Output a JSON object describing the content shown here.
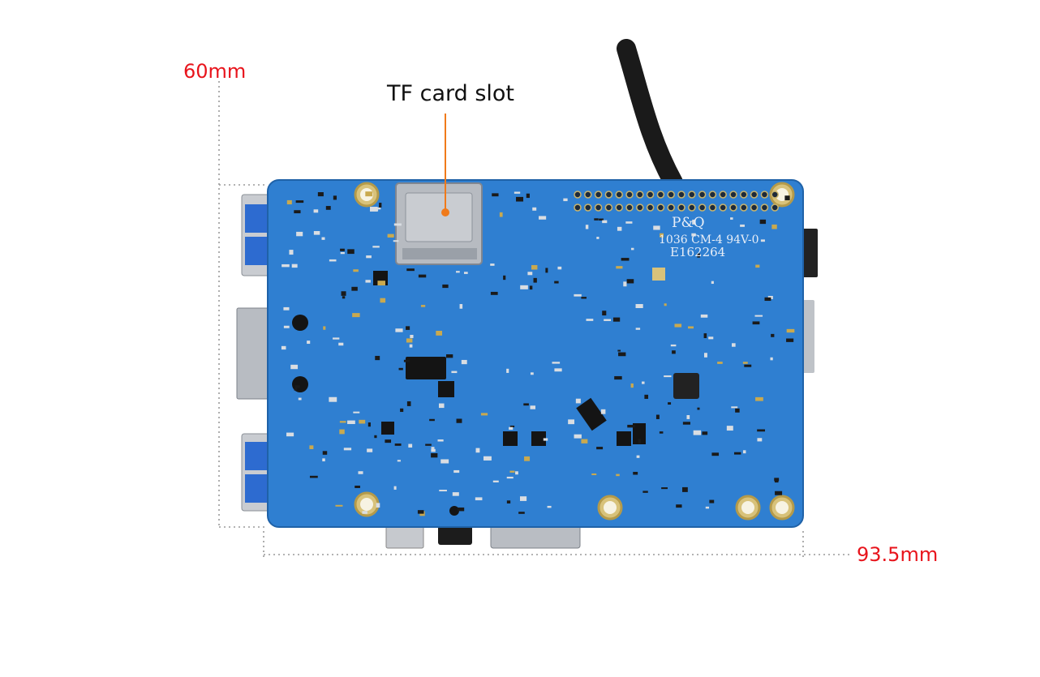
{
  "annotations": {
    "height_label": "60mm",
    "width_label": "93.5mm",
    "callout_label": "TF card slot"
  },
  "board": {
    "silkscreen_logo": "P&Q",
    "silkscreen_line1": "1036 CM-4 94V-0",
    "silkscreen_line2": "E162264"
  },
  "colors": {
    "dimension_text": "#e8141c",
    "dimension_line": "#9a9a9a",
    "pcb": "#2f7fd1",
    "pcb_edge": "#1f62a8",
    "callout_line": "#f07a1a"
  }
}
